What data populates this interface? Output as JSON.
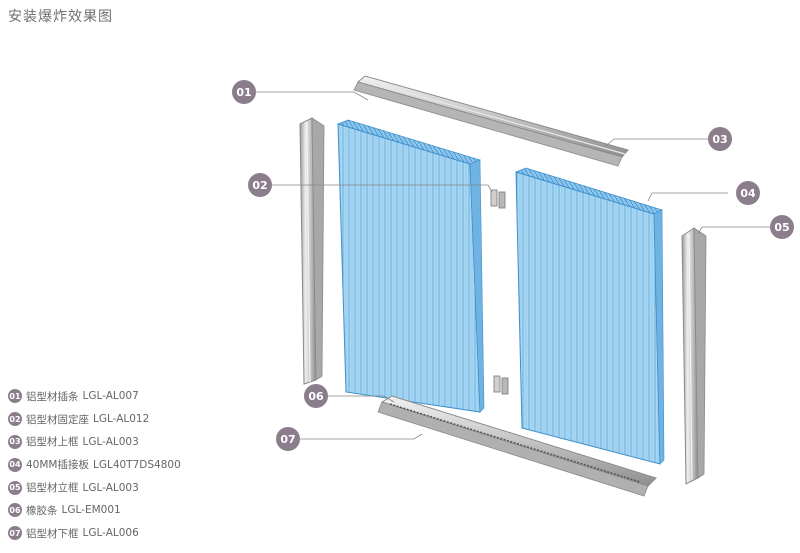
{
  "title": "安装爆炸效果图",
  "callouts": [
    "01",
    "02",
    "03",
    "04",
    "05",
    "06",
    "07"
  ],
  "legend": [
    {
      "num": "01",
      "name": "铝型材插条",
      "code": "LGL-AL007"
    },
    {
      "num": "02",
      "name": "铝型材固定座",
      "code": "LGL-AL012"
    },
    {
      "num": "03",
      "name": "铝型材上框",
      "code": "LGL-AL003"
    },
    {
      "num": "04",
      "name": "40MM插接板",
      "code": "LGL40T7DS4800"
    },
    {
      "num": "05",
      "name": "铝型材立框",
      "code": "LGL-AL003"
    },
    {
      "num": "06",
      "name": "橡胶条",
      "code": "LGL-EM001"
    },
    {
      "num": "07",
      "name": "铝型材下框",
      "code": "LGL-AL006"
    }
  ],
  "colors": {
    "badge": "#8c7d8c",
    "panel": "#9fd0ef",
    "panel_line": "#5aa7db",
    "aluminum": "#cfcfcf"
  }
}
